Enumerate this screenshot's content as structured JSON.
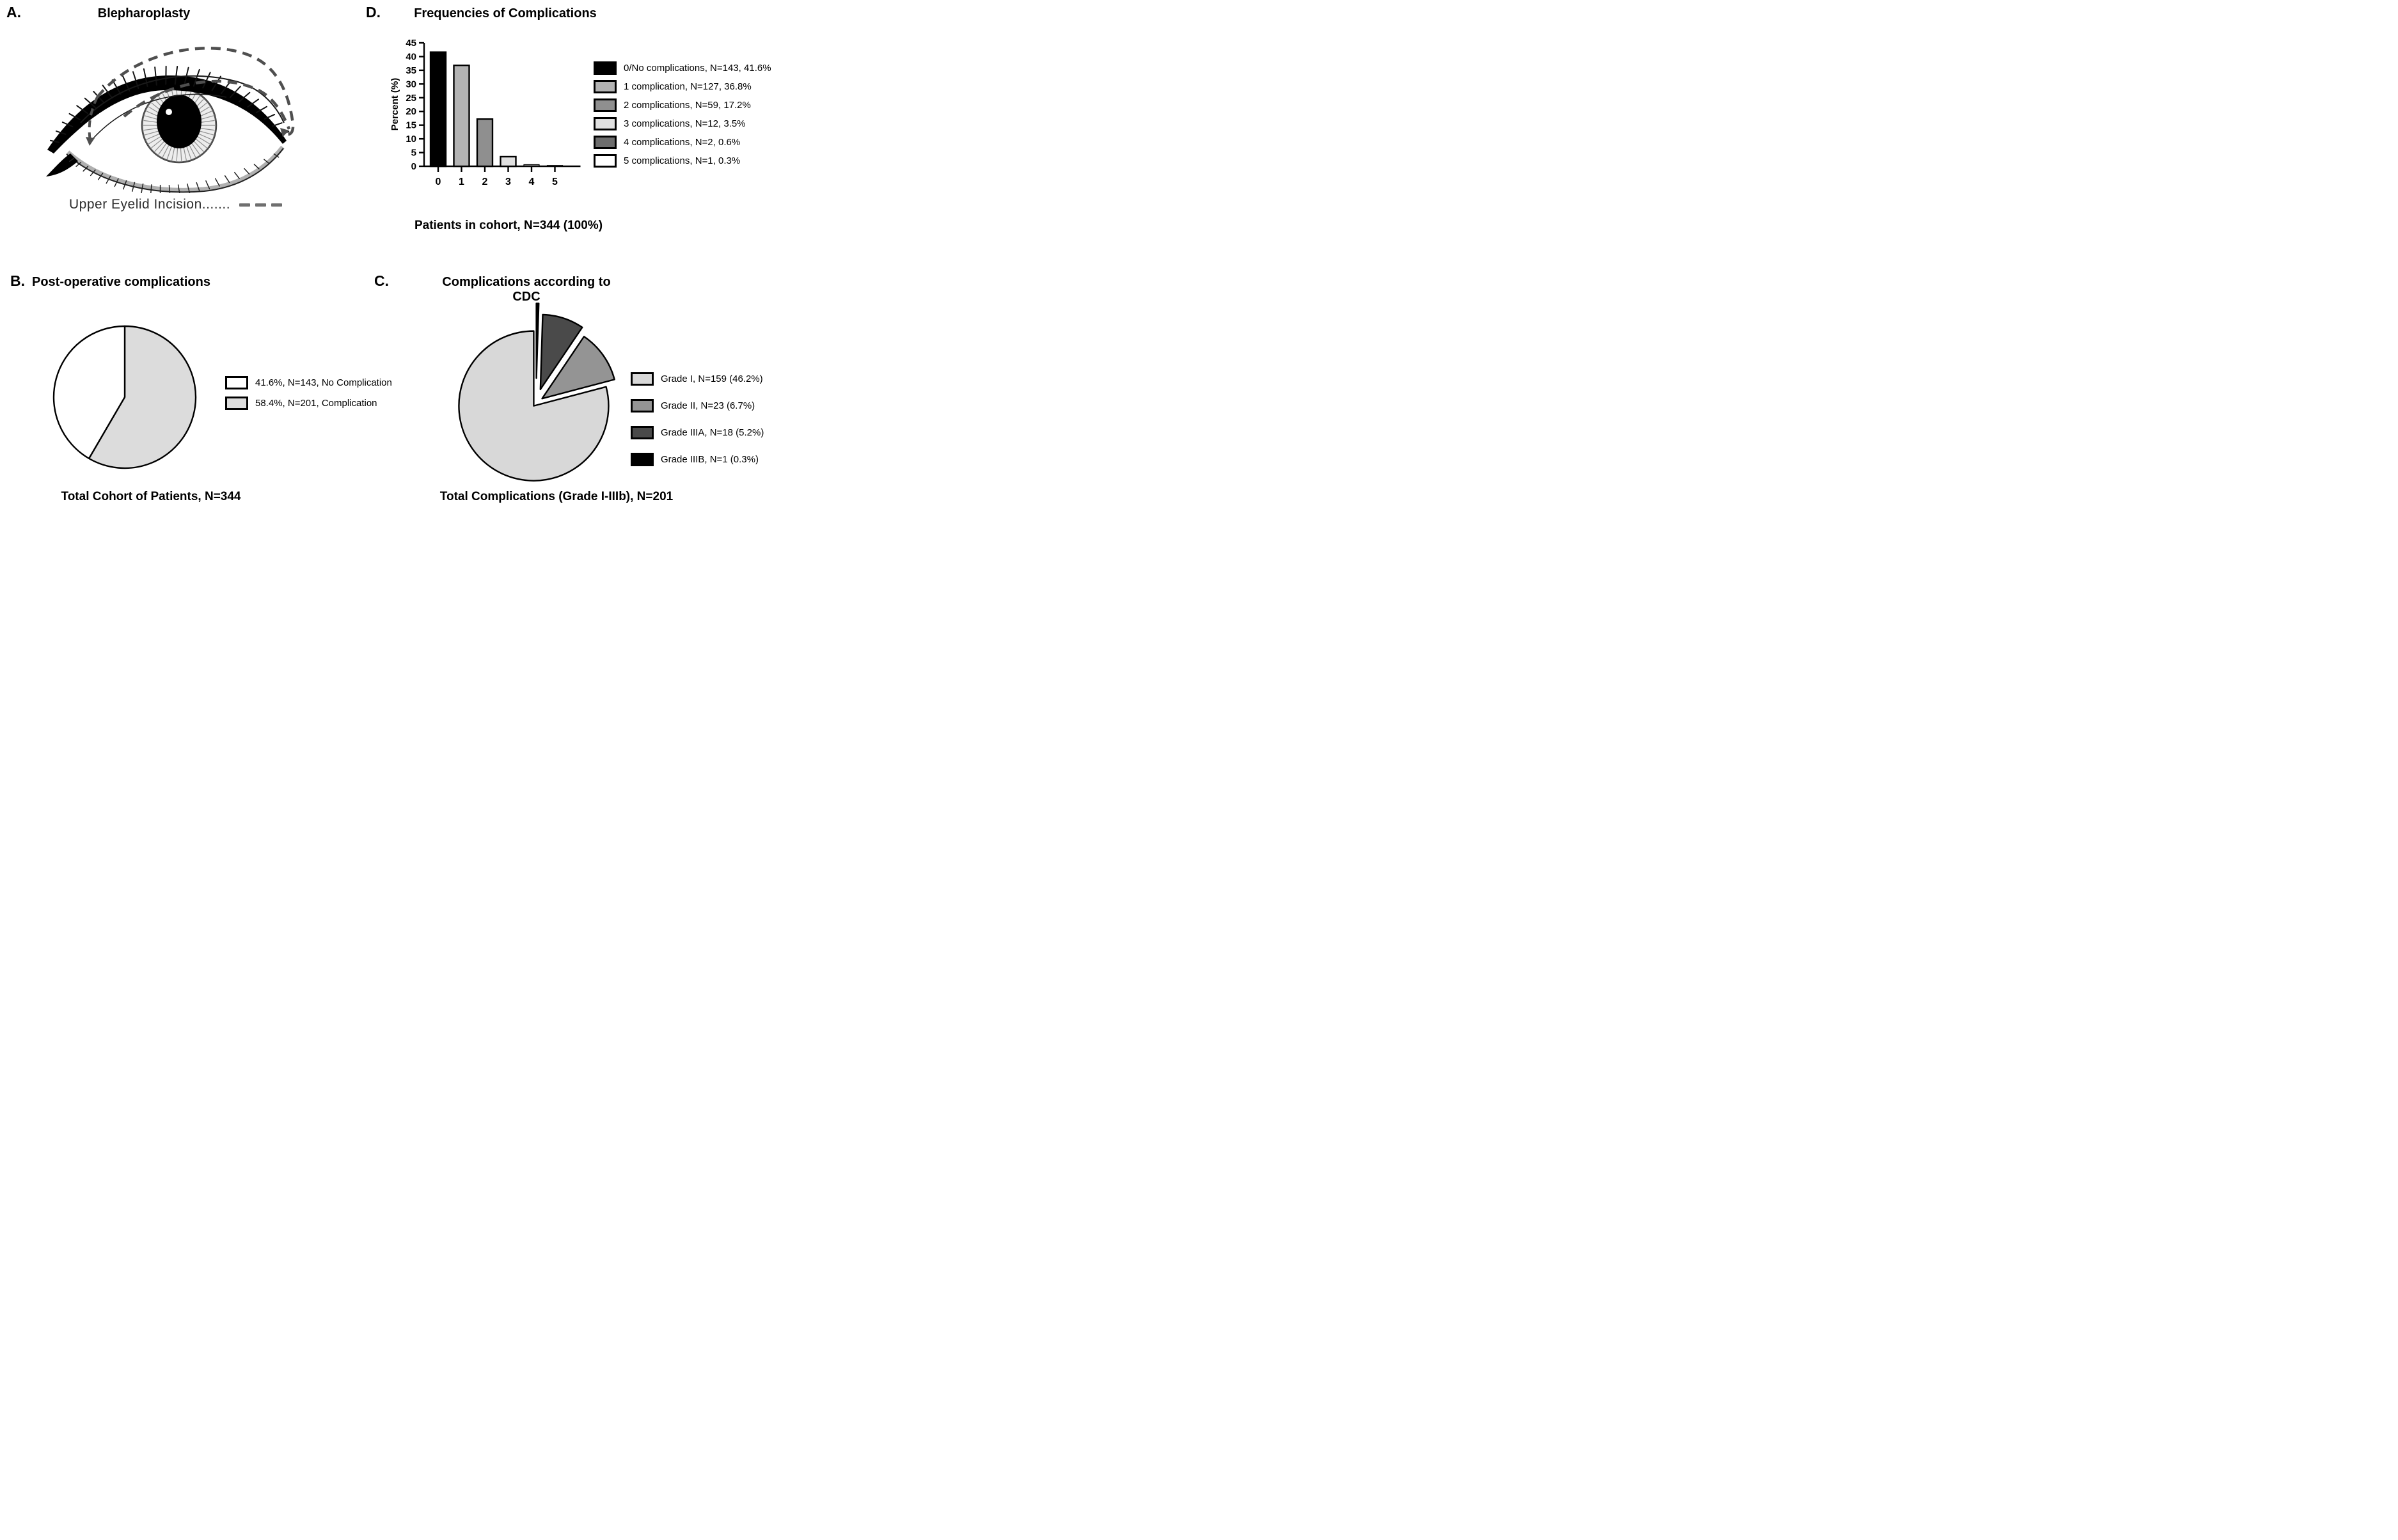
{
  "figure": {
    "panels": {
      "a": {
        "label": "A.",
        "title": "Blepharoplasty",
        "caption": "Upper Eyelid Incision.......",
        "caption_marker": "dashed-incision-line-sample"
      },
      "d": {
        "label": "D.",
        "title": "Frequencies of Complications",
        "caption": "Patients in cohort, N=344 (100%)"
      },
      "b": {
        "label": "B.",
        "title": "Post-operative complications",
        "caption": "Total Cohort of Patients, N=344"
      },
      "c": {
        "label": "C.",
        "title": "Complications according to CDC",
        "caption": "Total Complications (Grade I-IIIb), N=201"
      }
    }
  },
  "chart_data": [
    {
      "id": "frequencies-of-complications-bar",
      "type": "bar",
      "panel": "D",
      "title": "Frequencies of Complications",
      "categories": [
        "0",
        "1",
        "2",
        "3",
        "4",
        "5"
      ],
      "values": [
        41.6,
        36.8,
        17.2,
        3.5,
        0.6,
        0.3
      ],
      "counts": [
        143,
        127,
        59,
        12,
        2,
        1
      ],
      "bar_colors": [
        "#000000",
        "#b3b3b3",
        "#8f8f8f",
        "#e0e0e0",
        "#6d6d6d",
        "#ffffff"
      ],
      "xlabel": "Patients in cohort, N=344 (100%)",
      "ylabel": "Percent (%)",
      "ylim": [
        0,
        45
      ],
      "ytick_step": 5,
      "grid": false,
      "legend_position": "right",
      "legend": [
        {
          "label": "0/No complications, N=143, 41.6%",
          "color": "#000000"
        },
        {
          "label": "1 complication, N=127, 36.8%",
          "color": "#b3b3b3"
        },
        {
          "label": "2 complications, N=59, 17.2%",
          "color": "#8f8f8f"
        },
        {
          "label": "3 complications, N=12, 3.5%",
          "color": "#e0e0e0"
        },
        {
          "label": "4 complications, N=2, 0.6%",
          "color": "#6d6d6d"
        },
        {
          "label": "5 complications, N=1, 0.3%",
          "color": "#ffffff"
        }
      ]
    },
    {
      "id": "post-operative-complications-pie",
      "type": "pie",
      "panel": "B",
      "title": "Post-operative complications",
      "total_label": "Total Cohort of Patients, N=344",
      "start_angle": "12 o'clock",
      "clockwise_order_from_top": [
        1,
        0
      ],
      "slices": [
        {
          "label": "41.6%, N=143, No Complication",
          "value": 41.6,
          "count": 143,
          "color": "#ffffff",
          "explode": 0
        },
        {
          "label": "58.4%, N=201, Complication",
          "value": 58.4,
          "count": 201,
          "color": "#dcdcdc",
          "explode": 0
        }
      ]
    },
    {
      "id": "complications-according-to-cdc-pie",
      "type": "pie",
      "panel": "C",
      "title": "Complications according to CDC",
      "total_label": "Total Complications (Grade I-IIIb), N=201",
      "start_angle": "12 o'clock",
      "clockwise_order_from_top": [
        3,
        2,
        1,
        0
      ],
      "slices": [
        {
          "label": "Grade I, N=159 (46.2%)",
          "value": 159,
          "color": "#d8d8d8",
          "explode": 0.05
        },
        {
          "label": "Grade II, N=23 (6.7%)",
          "value": 23,
          "color": "#949494",
          "explode": 0.1
        },
        {
          "label": "Grade IIIA, N=18 (5.2%)",
          "value": 18,
          "color": "#4a4a4a",
          "explode": 0.19
        },
        {
          "label": "Grade IIIB, N=1 (0.3%)",
          "value": 1,
          "color": "#000000",
          "explode": 0.33
        }
      ]
    }
  ]
}
